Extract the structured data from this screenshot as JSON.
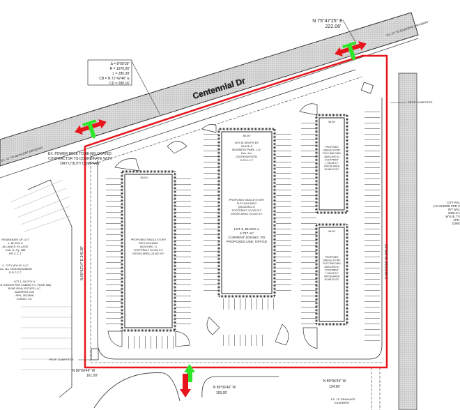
{
  "colors": {
    "boundary": "#e8141b",
    "access_green": "#2fe62a",
    "access_red": "#e8141b",
    "road_fill": "#d9d9d9"
  },
  "road": {
    "name": "Centennial Dr"
  },
  "curve_table": {
    "delta": "Δ = 8°09'18\"",
    "radius": "R = 1970.00'",
    "length": "L = 280.39'",
    "chord_bearing": "CB = N 71°42'46\" E",
    "chord_distance": "CD = 280.16'"
  },
  "bearings": {
    "north": {
      "bearing": "N 75°47'25\" E",
      "distance": "222.06'"
    },
    "west": "N 00°53'14\" E  349.38'",
    "east": "S 00°53'14\" W  499.23'",
    "south_left": {
      "bearing": "N 89°06'46\" W",
      "distance": "161.00'"
    },
    "south_mid": {
      "bearing": "N 89°06'46\" W",
      "distance": "193.05'"
    },
    "south_right": {
      "bearing": "N 89°06'46\" W",
      "distance": "124.96'"
    }
  },
  "notes": {
    "power_pole": [
      "EX. POWER POLE TO BE RELOCATED.",
      "CONTRACTOR TO COORDINATE WITH",
      "DRY UTILITY COMPANY."
    ],
    "dumpster_right": "PROP. DUMPSTER",
    "dumpster_left": "PROP. DUMPSTER",
    "drainage": [
      "EX. 15' DRAINAGE",
      "EASEMENT"
    ],
    "driveway": "EX. 12' TO ADJACENT DRIVEWAY"
  },
  "buildings": [
    {
      "lines": [
        "PROPOSED SINGLE STORY",
        "FLEX BUILDING",
        "(BUILDING 1)",
        "FOOTPRINT: 20,000 S.F.",
        "GROSS AREA: 20,000 S.F."
      ],
      "width": "80.00'"
    },
    {
      "owner": [
        "WYLIE SHOPS BY",
        "SLATE &",
        "BUSINESS PARK, LLC",
        "Doc. No.",
        "20220000078791",
        "D.R.C.C.T"
      ],
      "lines": [
        "PROPOSED SINGLE STORY",
        "FLEX BUILDING",
        "(BUILDING 2)",
        "FOOTPRINT: 20,000 S.F.",
        "GROSS AREA: 20,000 S.F."
      ],
      "lot": [
        "LOT 6, BLOCK A",
        "4.737 AC",
        "CURRENT ZONING: PD",
        "PROPOSED USE: OFFICE"
      ],
      "width": "80.00'"
    },
    {
      "lines": [
        "PROPOSED",
        "SINGLE STORY",
        "FLEX BUILDING",
        "(BUILDING 3)",
        "FOOTPRINT",
        "7,746.25 S.F.",
        "GROSS AREA",
        "10,946.25 S.F."
      ],
      "width": "45.00'"
    },
    {
      "lines": [
        "PROPOSED",
        "SINGLE STORY",
        "FLEX BUILDING",
        "(BUILDING 4)",
        "FOOTPRINT",
        "7,746.25 S.F.",
        "GROSS AREA",
        "10,946.25 S.F."
      ],
      "width": "45.00'"
    }
  ],
  "neighbors": {
    "left_1": [
      "REMAINDER OF LOT",
      "1, BLOCK A",
      "ALLIANCE VILLAGE",
      "Cab. G, Pg. 388",
      "P.R.C.C.T."
    ],
    "left_2": [
      "C. CITY WYLIE, LLC",
      "Doc. No. 20210000248840",
      "D.R.C.C.T"
    ],
    "left_3": [
      "LOT 1, BLOCK A",
      "(AS SHOWN PER CABINET C, PAGE 385)",
      "BYAR REAL ESTATE LLC",
      "ADDRESS: N/A",
      "APN: 2511888",
      "ZONED: CC"
    ],
    "right": [
      "CITY RAL",
      "(AS SHOWN PER C",
      "R/T WYL",
      "2000 N 1",
      "WYLIE, TX",
      "APN:",
      "ZONE"
    ]
  }
}
